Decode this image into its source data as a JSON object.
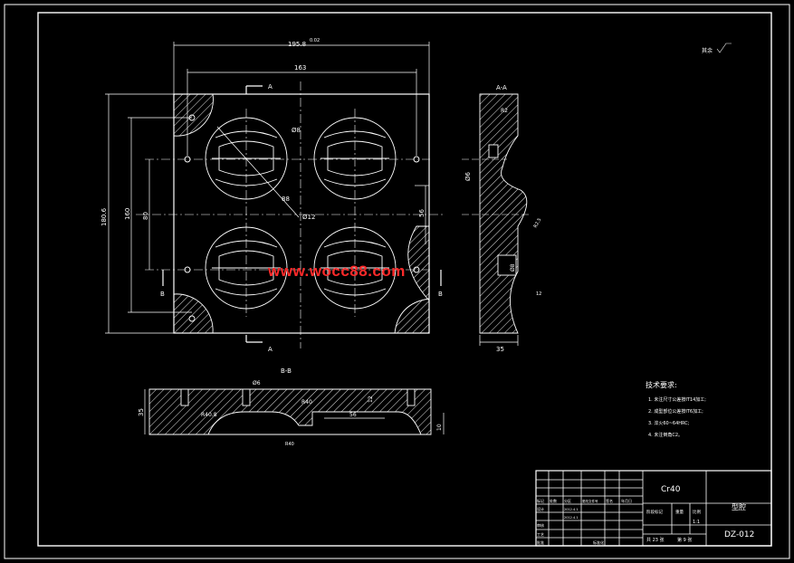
{
  "colors": {
    "line": "#ffffff",
    "hatch": "#ffffff",
    "center": "#ffffff",
    "watermark": "#ff2a2a",
    "background": "#000000"
  },
  "front": {
    "dim_top": "195.8",
    "dim_top_tol": "0.02",
    "dim_mid": "163",
    "dim_left": "180.6",
    "dim_left2": "160",
    "dim_left3": "80",
    "dim_center": "88",
    "section_a_top": "A",
    "section_a_bottom": "A",
    "section_b_left": "B",
    "section_b_right": "B",
    "hole_label": "Ø8",
    "dia_label": "Ø12",
    "right_dim": "56"
  },
  "section_aa": {
    "title": "A-A",
    "dim_bottom": "35",
    "dim_left": "Ø6",
    "dim_mid": "Ø8",
    "dim_r": "R2",
    "dim_r2": "R2.5",
    "dim_small": "12"
  },
  "section_bb": {
    "title": "B-B",
    "dim_left": "35",
    "dim_mid": "56",
    "dim_r1": "R40",
    "dim_r2": "R40.8",
    "dim_d": "Ø6",
    "dim_h": "12",
    "dim_h2": "10",
    "dim_r3": "R40"
  },
  "roughness_note": "其余",
  "notes": {
    "title": "技术要求:",
    "items": [
      "1. 未注尺寸公差按IT14加工;",
      "2. 成型部位公差按IT6加工;",
      "3. 淬火60~64HRC;",
      "4. 未注倒角C2。"
    ]
  },
  "title_block": {
    "material": "Cr40",
    "part_name": "型腔",
    "drawing_no": "DZ-012",
    "scale": "1:1",
    "sheet_total": "共 23 张",
    "sheet_no": "第 9 张",
    "row_labels": [
      "标记",
      "处数",
      "分区",
      "更改文件号",
      "签名",
      "年月日"
    ],
    "role_labels": [
      "设计",
      "审核",
      "工艺",
      "批准"
    ],
    "stage_label": "阶段标记",
    "weight_label": "重量",
    "scale_label": "比例",
    "std_label": "标准化",
    "date1": "2012.4.1",
    "date2": "2012.4.1"
  },
  "watermark": "www.wocc88.com"
}
